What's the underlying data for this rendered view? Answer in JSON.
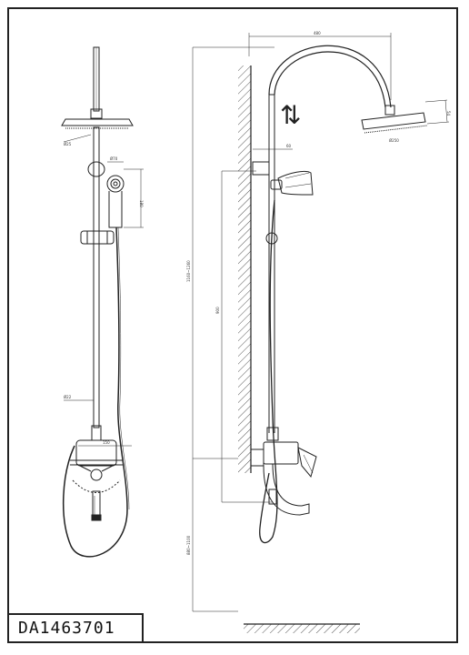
{
  "product_code": "DA1463701",
  "dimension_labels": {
    "head_diameter_front": "Ø25",
    "handshower_diameter": "Ø70",
    "handshower_height": "180",
    "pipe_diameter": "Ø22",
    "mixer_width": "150",
    "arm_reach": "480",
    "head_diameter_side": "Ø250",
    "head_thickness": "54",
    "wall_offset": "60",
    "total_height": "1160~1260",
    "bracket_height": "900",
    "mixer_height": "880~1100"
  },
  "symbols": {
    "height_adjust_arrows": "⇅"
  }
}
